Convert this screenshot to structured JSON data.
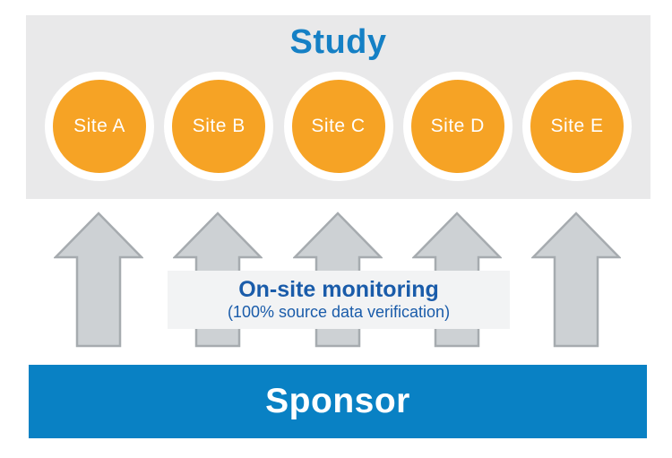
{
  "study": {
    "title": "Study",
    "sites": [
      {
        "label": "Site A"
      },
      {
        "label": "Site B"
      },
      {
        "label": "Site C"
      },
      {
        "label": "Site D"
      },
      {
        "label": "Site E"
      }
    ]
  },
  "monitoring": {
    "title": "On-site monitoring",
    "subtitle": "(100% source data verification)"
  },
  "sponsor": {
    "label": "Sponsor"
  },
  "icons": {
    "arrow": "up-arrow-icon"
  },
  "colors": {
    "study_box_bg": "#e9e9ea",
    "study_title_blue": "#1580c5",
    "site_circle_orange": "#f6a325",
    "site_circle_ring": "#ffffff",
    "site_label_text": "#ffffff",
    "arrow_fill": "#cdd1d4",
    "arrow_stroke": "#a6abaf",
    "monitoring_box_bg": "#f2f3f4",
    "monitoring_text_navy": "#1a5caa",
    "sponsor_bar_blue": "#0981c4",
    "sponsor_text": "#ffffff"
  }
}
